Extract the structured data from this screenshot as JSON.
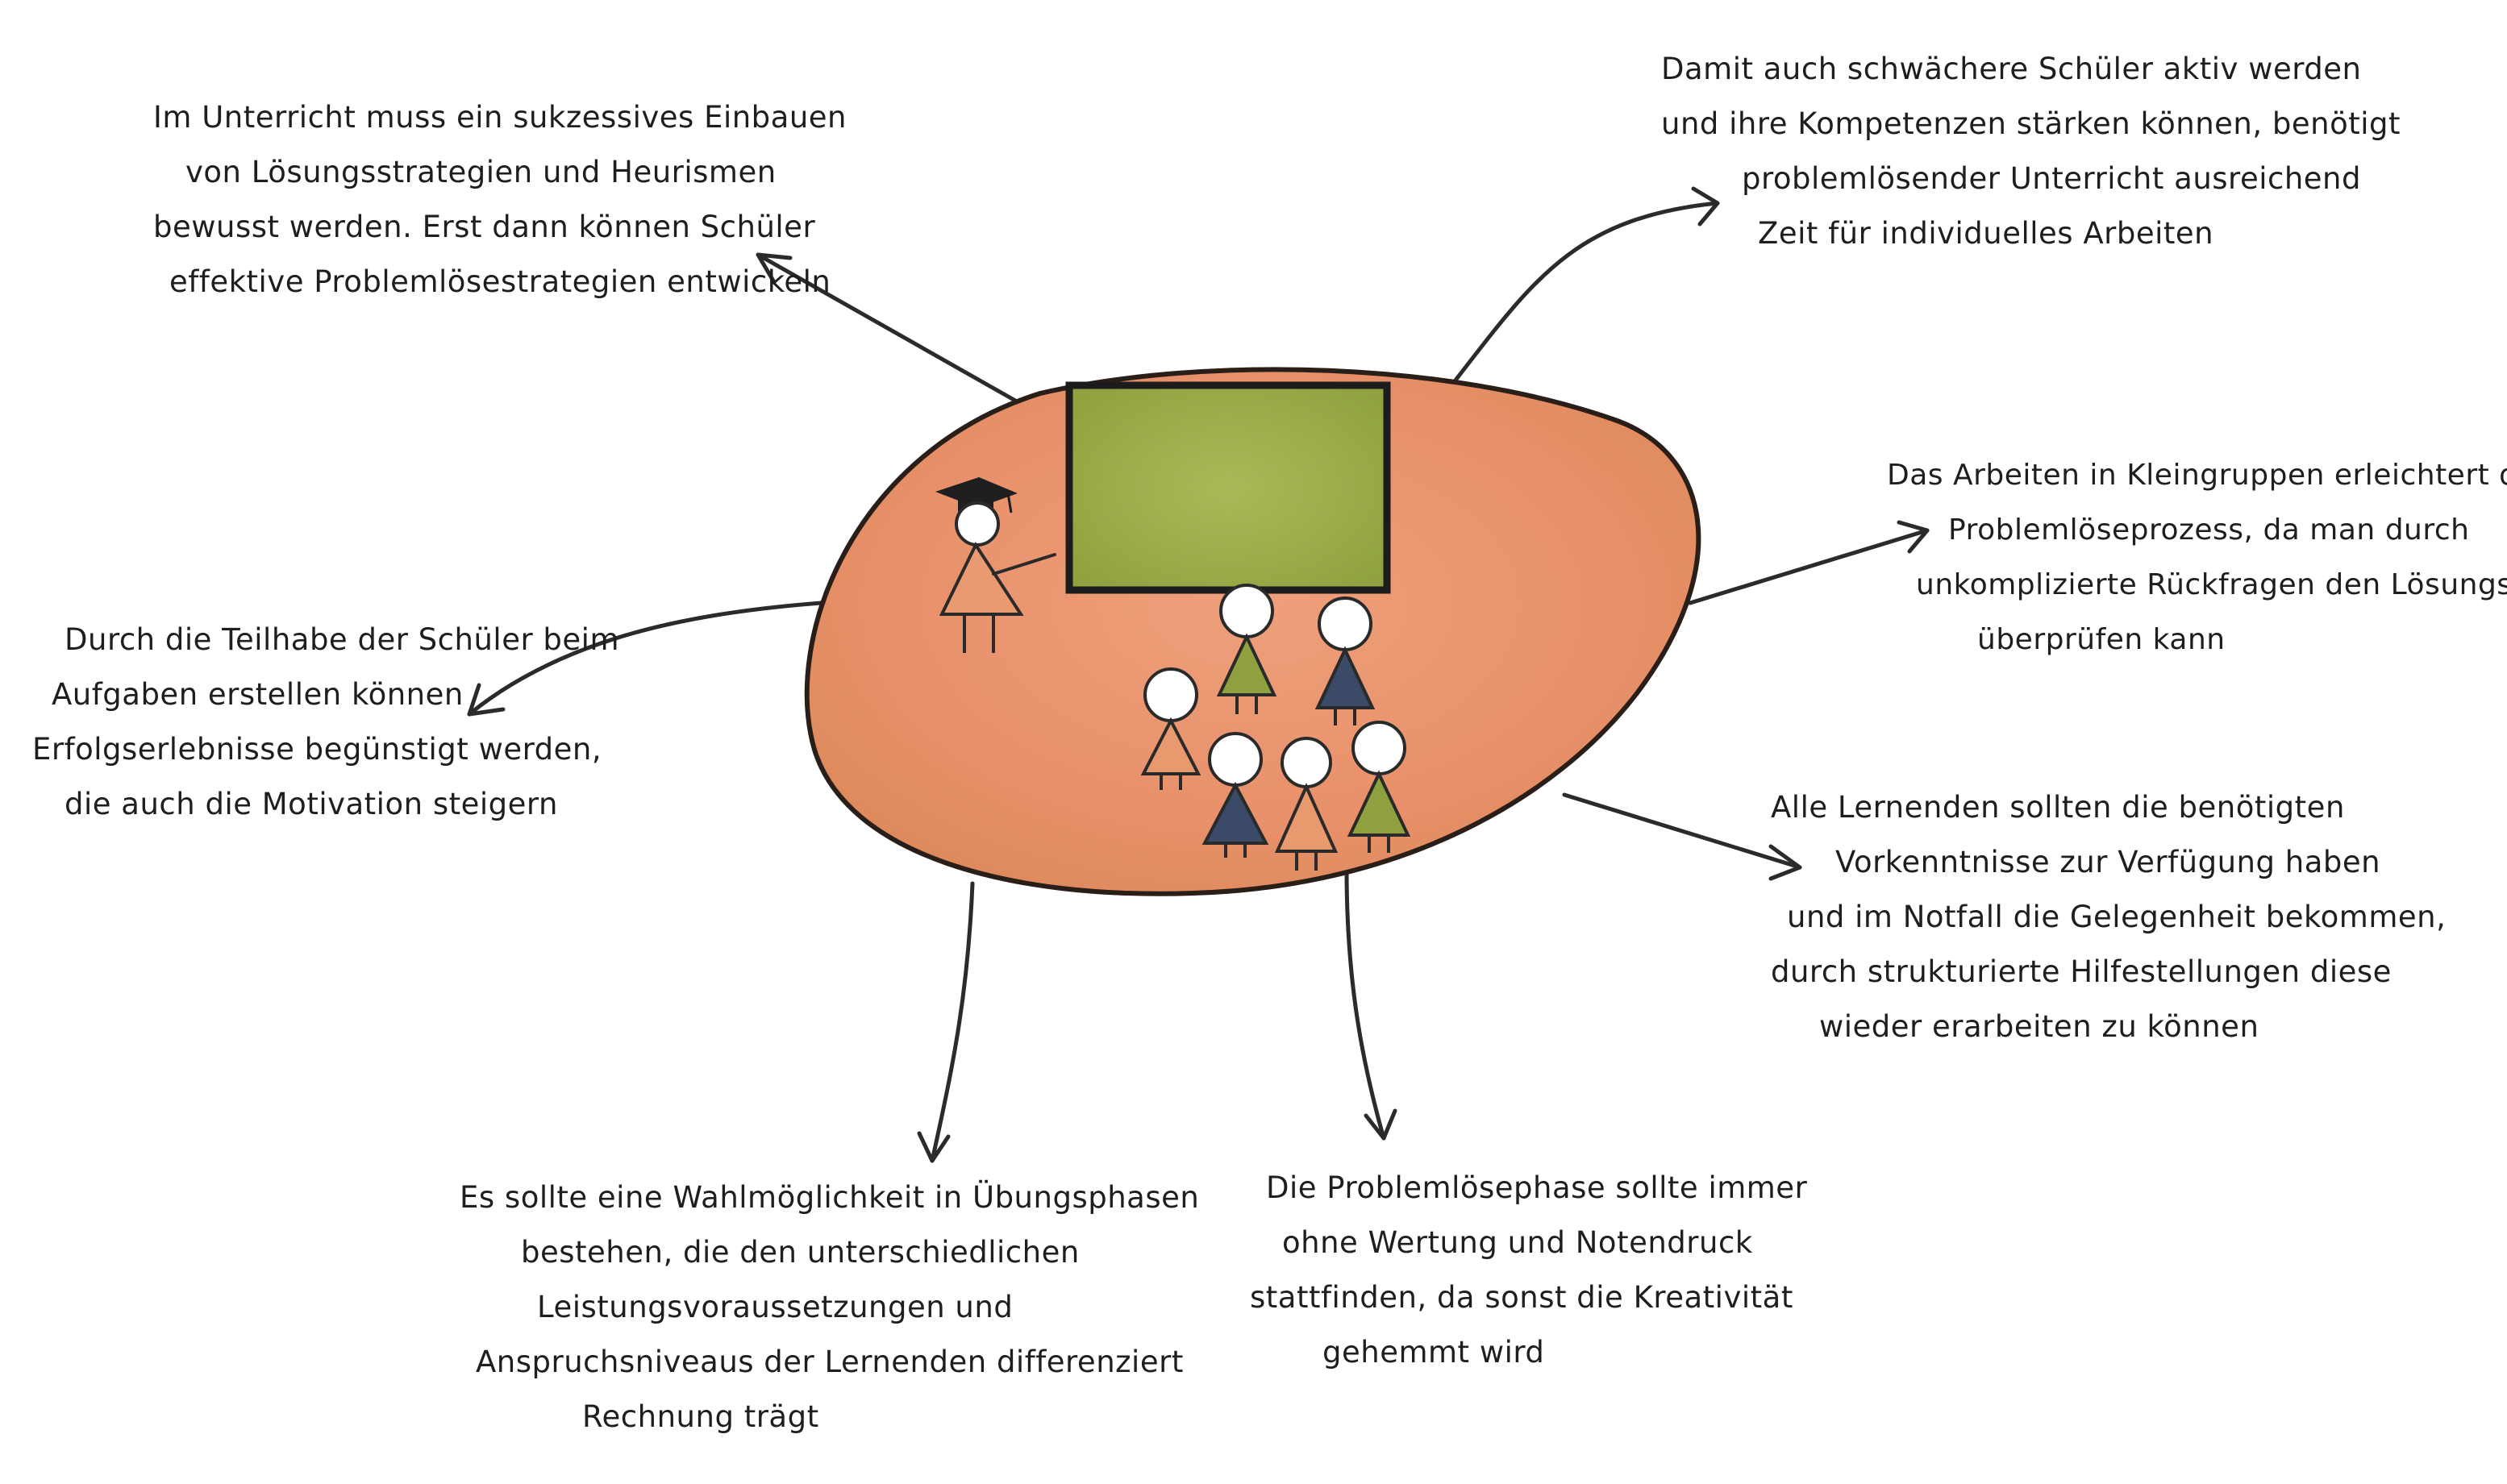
{
  "notes": {
    "top_left": [
      "Im Unterricht muss ein sukzessives Einbauen",
      "von Lösungsstrategien und Heurismen",
      "bewusst werden. Erst dann können Schüler",
      "effektive Problemlösestrategien entwickeln"
    ],
    "top_right": [
      "Damit auch schwächere Schüler aktiv werden",
      "und ihre Kompetenzen stärken können, benötigt",
      "problemlösender Unterricht ausreichend",
      "Zeit für individuelles Arbeiten"
    ],
    "mid_right": [
      "Das Arbeiten in Kleingruppen erleichtert den",
      "Problemlöseprozess, da man durch",
      "unkomplizierte Rückfragen den Lösungsweg",
      "überprüfen kann"
    ],
    "left": [
      "Durch die Teilhabe der Schüler beim",
      "Aufgaben erstellen können",
      "Erfolgserlebnisse begünstigt werden,",
      "die auch die Motivation steigern"
    ],
    "lower_right": [
      "Alle Lernenden sollten die benötigten",
      "Vorkenntnisse zur Verfügung haben",
      "und im Notfall die Gelegenheit bekommen,",
      "durch strukturierte Hilfestellungen diese",
      "wieder erarbeiten zu können"
    ],
    "bottom_left": [
      "Es sollte eine Wahlmöglichkeit in Übungsphasen",
      "bestehen, die den unterschiedlichen",
      "Leistungsvoraussetzungen und",
      "Anspruchsniveaus der Lernenden differenziert",
      "Rechnung trägt"
    ],
    "bottom_center": [
      "Die Problemlösephase sollte immer",
      "ohne Wertung und Notendruck",
      "stattfinden, da sonst die Kreativität",
      "gehemmt wird"
    ]
  },
  "colors": {
    "classroom_fill": "#e8956a",
    "classroom_outline": "#2a1e18",
    "board_fill": "#9bb04a",
    "board_frame": "#1c1c1c",
    "arrow": "#2b2b2b",
    "skirt_orange": "#e89a6e",
    "skirt_green": "#8fa03e",
    "skirt_navy": "#3b4a66"
  },
  "icons": [
    "classroom-ellipse",
    "chalkboard",
    "teacher-figure",
    "graduation-cap-icon",
    "student-figure"
  ]
}
